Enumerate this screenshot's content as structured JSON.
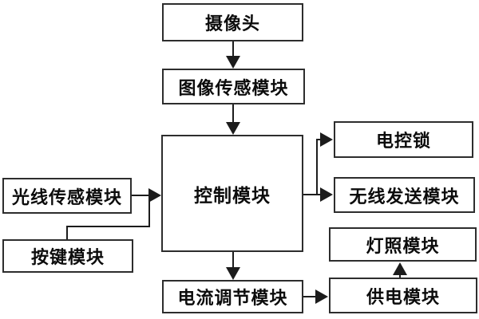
{
  "diagram": {
    "background": "#ffffff",
    "line_color": "#1c1c1c",
    "box_border_color": "#2d2d2d",
    "box_fill": "#ffffff",
    "text_color": "#0c0c0c",
    "nodes": {
      "camera": {
        "label": "摄像头"
      },
      "image_sensor": {
        "label": "图像传感模块"
      },
      "control": {
        "label": "控制模块"
      },
      "light_sensor": {
        "label": "光线传感模块"
      },
      "key": {
        "label": "按键模块"
      },
      "lock": {
        "label": "电控锁"
      },
      "wireless": {
        "label": "无线发送模块"
      },
      "lighting": {
        "label": "灯照模块"
      },
      "power": {
        "label": "供电模块"
      },
      "current": {
        "label": "电流调节模块"
      }
    },
    "edges": [
      {
        "from": "摄像头",
        "to": "图像传感模块",
        "direction": "down"
      },
      {
        "from": "图像传感模块",
        "to": "控制模块",
        "direction": "down"
      },
      {
        "from": "光线传感模块",
        "to": "控制模块",
        "direction": "right"
      },
      {
        "from": "按键模块",
        "to": "控制模块",
        "direction": "right",
        "note": "merges into light-sensor arrow"
      },
      {
        "from": "控制模块",
        "to": "电控锁",
        "direction": "right"
      },
      {
        "from": "控制模块",
        "to": "无线发送模块",
        "direction": "right"
      },
      {
        "from": "控制模块",
        "to": "电流调节模块",
        "direction": "down"
      },
      {
        "from": "电流调节模块",
        "to": "供电模块",
        "direction": "right"
      },
      {
        "from": "供电模块",
        "to": "灯照模块",
        "direction": "up"
      }
    ]
  }
}
